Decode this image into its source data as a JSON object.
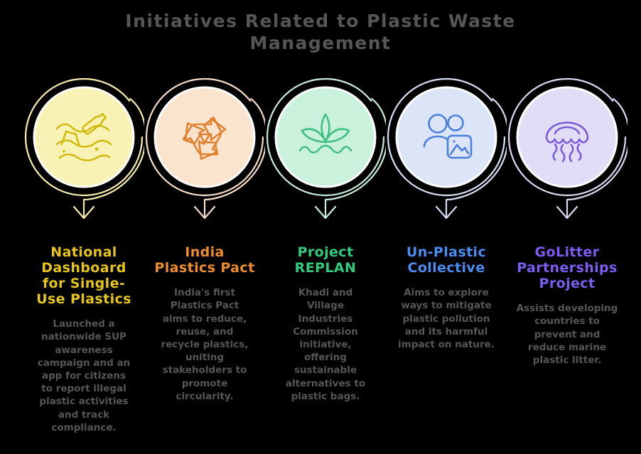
{
  "title": "Initiatives Related to Plastic Waste\nManagement",
  "background_color": "#000000",
  "body_text_color": "#565656",
  "initiatives": [
    {
      "title": "National\nDashboard\nfor Single-\nUse Plastics",
      "description": "Launched a\nnationwide SUP\nawareness\ncampaign and an\napp for citizens\nto report illegal\nplastic activities\nand track\ncompliance.",
      "icon": "floating-plastic-waste-icon",
      "colors": {
        "heading": "#e5c51c",
        "circle_fill": "#f8f2b4",
        "icon_stroke": "#d3ba10",
        "ring": "#f7edae"
      }
    },
    {
      "title": "India\nPlastics Pact",
      "description": "India's first\nPlastics Pact\naims to reduce,\nreuse, and\nrecycle plastics,\nuniting\nstakeholders to\npromote\ncircularity.",
      "icon": "recycle-icon",
      "colors": {
        "heading": "#ee8d2e",
        "circle_fill": "#fbe4ce",
        "icon_stroke": "#e0812f",
        "ring": "#f6ddc6"
      }
    },
    {
      "title": "Project\nREPLAN",
      "description": "Khadi and\nVillage\nIndustries\nCommission\ninitiative,\noffering\nsustainable\nalternatives to\nplastic bags.",
      "icon": "plant-icon",
      "colors": {
        "heading": "#30cb7d",
        "circle_fill": "#c9f1dc",
        "icon_stroke": "#41bf80",
        "ring": "#c8eeda"
      }
    },
    {
      "title": "Un-Plastic\nCollective",
      "description": "Aims to explore\nways to mitigate\nplastic pollution\nand its harmful\nimpact on nature.",
      "icon": "people-photo-icon",
      "colors": {
        "heading": "#4b8cf0",
        "circle_fill": "#dbe5f7",
        "icon_stroke": "#4a80dc",
        "ring": "#d7e0f4"
      }
    },
    {
      "title": "GoLitter\nPartnerships\nProject",
      "description": "Assists developing\ncountries to\nprevent and\nreduce marine\nplastic litter.",
      "icon": "jellyfish-icon",
      "colors": {
        "heading": "#7c5cf0",
        "circle_fill": "#e2ddf6",
        "icon_stroke": "#7a5cd8",
        "ring": "#ded8f2"
      }
    }
  ]
}
